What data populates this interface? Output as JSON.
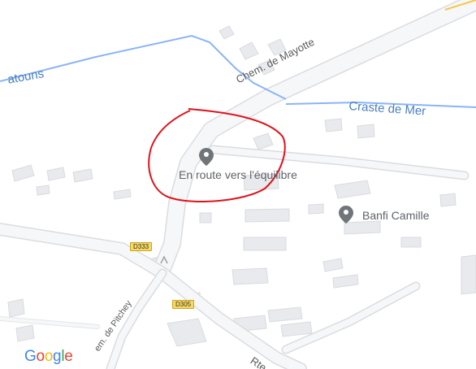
{
  "map": {
    "roads": {
      "chem_mayotte": "Chem. de Mayotte",
      "rte": "Rte",
      "chem_pitchey": "em. de Pitchey",
      "d333": "D333",
      "d305": "D305"
    },
    "water": {
      "craste": "Craste de Mer",
      "atouns": "atouns"
    },
    "places": [
      {
        "name": "En route vers l'équilibre",
        "icon": "map-pin-icon"
      },
      {
        "name": "Banfi Camille",
        "icon": "map-pin-icon"
      }
    ],
    "annotation": {
      "shape": "hand-drawn-circle",
      "color": "#e0121b"
    },
    "logo": {
      "letters": [
        "G",
        "o",
        "o",
        "g",
        "l",
        "e"
      ],
      "colors": [
        "#4285f4",
        "#ea4335",
        "#fbbc05",
        "#4285f4",
        "#34a853",
        "#ea4335"
      ]
    },
    "colors": {
      "background": "#ffffff",
      "road": "#f1f3f4",
      "road_edge": "#dadce0",
      "building": "#e8eaed",
      "water": "#8ab4f8",
      "pin": "#70757a",
      "highway_shield": "#f8d95b"
    }
  }
}
